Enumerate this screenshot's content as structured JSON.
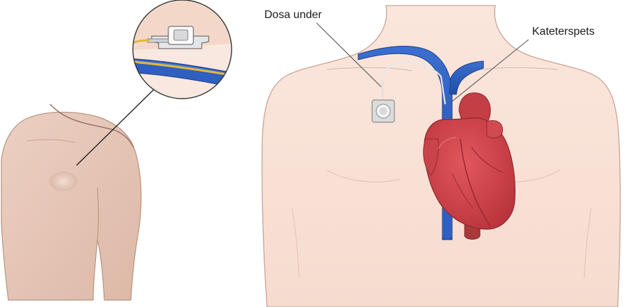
{
  "labels": {
    "port_label": "Dosa under",
    "catheter_tip_label": "Kateterspets"
  },
  "icons": [
    "shoulder-illustration",
    "zoom-magnifier",
    "port-device-icon",
    "torso-illustration",
    "heart-icon",
    "vein-icon"
  ],
  "colors": {
    "skin_light": "#f8ddd0",
    "skin_shoulder": "#e9c9b9",
    "skin_outline": "#c9a393",
    "vein_blue": "#2f5fbf",
    "heart_red": "#d1454c",
    "catheter_yellow": "#e3b63a"
  }
}
